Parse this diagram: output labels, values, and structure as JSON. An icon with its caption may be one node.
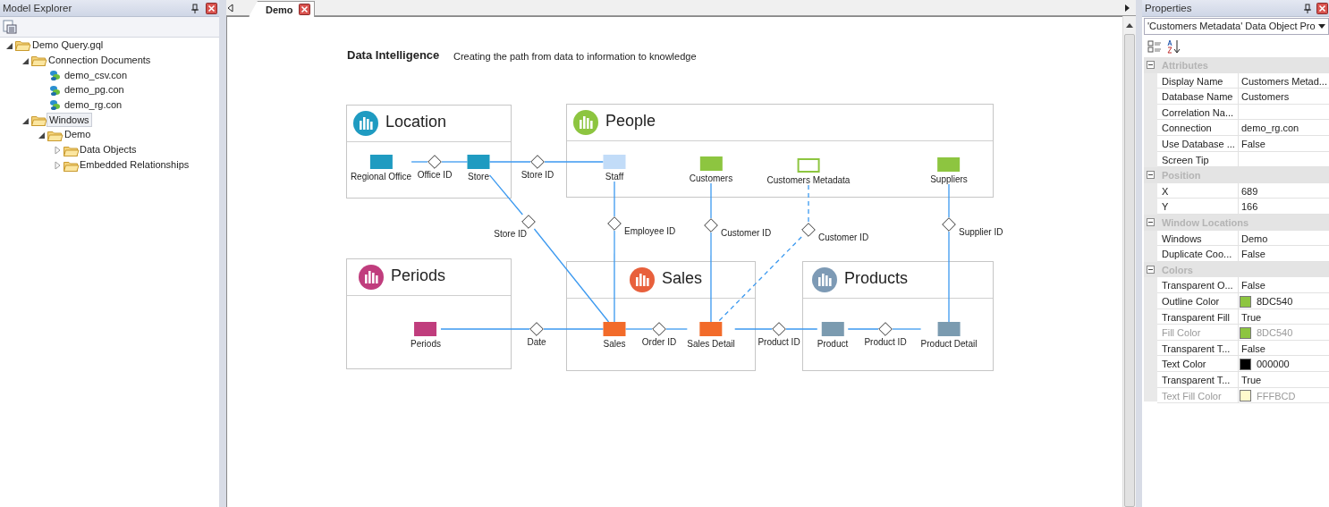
{
  "diagram": {
    "title": "Data Intelligence",
    "nodes": [
      {
        "text": [
          "Location"
        ]
      },
      {
        "text": [
          "Regional Office"
        ],
        "in": 0
      },
      {
        "text": [],
        "shape": "diamond",
        "beside": [
          "Office ID"
        ],
        "in": 0
      },
      {
        "text": [
          "Store"
        ],
        "in": 0
      },
      {
        "text": [],
        "shape": "diamond",
        "beside": [
          "Store ID"
        ]
      },
      {
        "text": [
          "People"
        ]
      },
      {
        "text": [
          "Staff"
        ],
        "in": 5
      },
      {
        "text": [
          "Customers"
        ],
        "in": 5
      },
      {
        "text": [
          "Customers Metadata"
        ],
        "in": 5
      },
      {
        "text": [
          "Suppliers"
        ],
        "in": 5
      },
      {
        "text": [],
        "shape": "diamond",
        "beside": [
          "Store ID"
        ]
      },
      {
        "text": [],
        "shape": "diamond",
        "beside": [
          "Employee ID"
        ]
      },
      {
        "text": [],
        "shape": "diamond",
        "beside": [
          "Customer ID"
        ]
      },
      {
        "text": [],
        "shape": "diamond",
        "beside": [
          "Customer ID"
        ]
      },
      {
        "text": [],
        "shape": "diamond",
        "beside": [
          "Supplier ID"
        ]
      },
      {
        "text": [
          "Periods"
        ]
      },
      {
        "text": [
          "Periods"
        ],
        "in": 15
      },
      {
        "text": [],
        "shape": "diamond",
        "beside": [
          "Date"
        ]
      },
      {
        "text": [
          "Sales"
        ]
      },
      {
        "text": [
          "Sales"
        ],
        "in": 18
      },
      {
        "text": [],
        "shape": "diamond",
        "beside": [
          "Order ID"
        ],
        "in": 18
      },
      {
        "text": [
          "Sales Detail"
        ],
        "in": 18
      },
      {
        "text": [],
        "shape": "diamond",
        "beside": [
          "Product ID"
        ]
      },
      {
        "text": [
          "Products"
        ]
      },
      {
        "text": [
          "Product"
        ],
        "in": 23
      },
      {
        "text": [],
        "shape": "diamond",
        "beside": [
          "Product ID"
        ],
        "in": 23
      },
      {
        "text": [
          "Product Detail"
        ],
        "in": 23
      }
    ],
    "edges": [
      {
        "from": 1,
        "to": 2,
        "arrow": "none"
      },
      {
        "from": 2,
        "to": 3,
        "arrow": "none"
      },
      {
        "from": 3,
        "to": 4,
        "arrow": "none"
      },
      {
        "from": 4,
        "to": 6,
        "arrow": "none"
      },
      {
        "from": 3,
        "to": 10,
        "arrow": "none"
      },
      {
        "from": 10,
        "to": 19,
        "arrow": "none"
      },
      {
        "from": 6,
        "to": 11,
        "arrow": "none"
      },
      {
        "from": 11,
        "to": 19,
        "arrow": "none"
      },
      {
        "from": 7,
        "to": 12,
        "arrow": "none"
      },
      {
        "from": 12,
        "to": 21,
        "arrow": "none"
      },
      {
        "from": 8,
        "to": 13,
        "arrow": "none",
        "style": "dashed"
      },
      {
        "from": 13,
        "to": 21,
        "arrow": "none",
        "style": "dashed"
      },
      {
        "from": 9,
        "to": 14,
        "arrow": "none"
      },
      {
        "from": 14,
        "to": 26,
        "arrow": "none"
      },
      {
        "from": 16,
        "to": 17,
        "arrow": "none"
      },
      {
        "from": 17,
        "to": 19,
        "arrow": "none"
      },
      {
        "from": 19,
        "to": 20,
        "arrow": "none"
      },
      {
        "from": 20,
        "to": 21,
        "arrow": "none"
      },
      {
        "from": 21,
        "to": 22,
        "arrow": "none"
      },
      {
        "from": 22,
        "to": 24,
        "arrow": "none"
      },
      {
        "from": 24,
        "to": 25,
        "arrow": "none"
      },
      {
        "from": 25,
        "to": 26,
        "arrow": "none"
      }
    ],
    "labels": [
      "Model Explorer",
      "Demo Query.gql",
      "Connection Documents",
      "demo_csv.con",
      "demo_pg.con",
      "demo_rg.con",
      "Windows",
      "Demo",
      "Data Objects",
      "Embedded Relationships",
      "Demo",
      "Creating the path from data to information to knowledge",
      "Properties",
      "'Customers Metadata' Data Object Pro",
      "Attributes",
      "Display Name",
      "Customers Metad...",
      "Database Name",
      "Customers",
      "Correlation Na...",
      "Connection",
      "demo_rg.con",
      "Use Database ...",
      "False",
      "Screen Tip",
      "Position",
      "X",
      "689",
      "Y",
      "166",
      "Window Locations",
      "Windows",
      "Demo",
      "Duplicate Coo...",
      "False",
      "Colors",
      "Transparent O...",
      "False",
      "Outline Color",
      "8DC540",
      "Transparent Fill",
      "True",
      "Fill Color",
      "8DC540",
      "Transparent T...",
      "False",
      "Text Color",
      "000000",
      "Transparent T...",
      "True",
      "Text Fill Color",
      "FFFBCD"
    ]
  }
}
